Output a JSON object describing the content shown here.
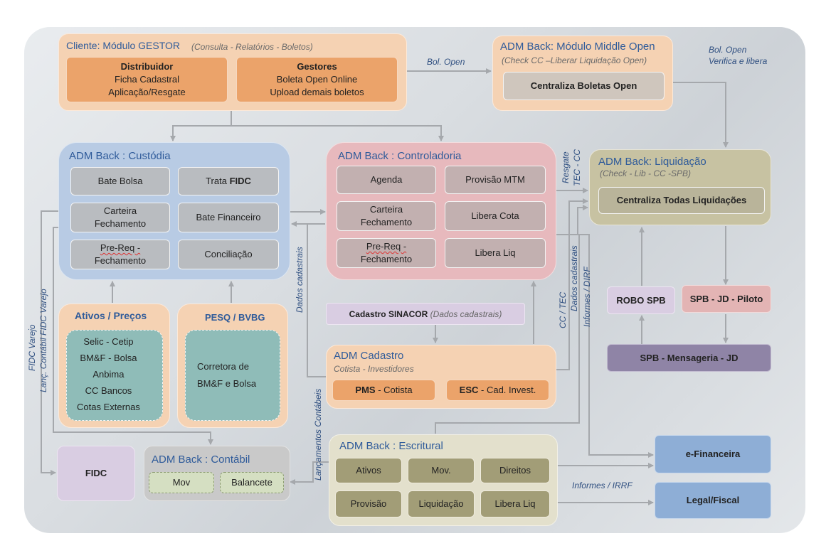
{
  "cliente": {
    "title": "Cliente: Módulo GESTOR",
    "subtitle": "(Consulta - Relatórios - Boletos)",
    "distribuidor": {
      "head": "Distribuidor",
      "line1": "Ficha Cadastral",
      "line2": "Aplicação/Resgate"
    },
    "gestores": {
      "head": "Gestores",
      "line1": "Boleta Open Online",
      "line2": "Upload demais boletos"
    }
  },
  "middle": {
    "title": "ADM Back: Módulo Middle Open",
    "subtitle": "(Check CC –Liberar Liquidação Open)",
    "box": "Centraliza Boletas Open"
  },
  "custodia": {
    "title": "ADM Back : Custódia",
    "items": [
      "Bate Bolsa",
      "Trata ",
      "FIDC",
      "Carteira",
      "Fechamento",
      "Bate Financeiro",
      "Pre-Req -",
      "Fechamento",
      "Conciliação"
    ]
  },
  "controladoria": {
    "title": "ADM Back : Controladoria",
    "items": [
      "Agenda",
      "Provisão MTM",
      "Carteira",
      "Fechamento",
      "Libera Cota",
      "Pre-Req -",
      "Fechamento",
      "Libera Liq"
    ]
  },
  "liquidacao": {
    "title": "ADM Back: Liquidação",
    "subtitle": "(Check - Lib - CC -SPB)",
    "box": "Centraliza Todas Liquidações"
  },
  "ativos": {
    "title": "Ativos / Preços",
    "items": [
      "Selic - Cetip",
      "BM&F - Bolsa",
      "Anbima",
      "CC Bancos",
      "Cotas Externas"
    ]
  },
  "pesq": {
    "title": "PESQ / BVBG",
    "line1": "Corretora de",
    "line2": "BM&F e Bolsa"
  },
  "sinacor": {
    "bold": "Cadastro SINACOR",
    "italic": "(Dados cadastrais)"
  },
  "cadastro": {
    "title": "ADM Cadastro",
    "subtitle": "Cotista - Investidores",
    "pms_bold": "PMS",
    "pms_rest": " - Cotista",
    "esc_bold": "ESC",
    "esc_rest": " - Cad. Invest."
  },
  "robo": "ROBO SPB",
  "spb_piloto": "SPB - JD - Piloto",
  "spb_mensageria": "SPB - Mensageria - JD",
  "fidc": "FIDC",
  "contabil": {
    "title": "ADM Back : Contábil",
    "mov": "Mov",
    "balancete": "Balancete"
  },
  "escritural": {
    "title": "ADM Back : Escritural",
    "items": [
      "Ativos",
      "Mov.",
      "Direitos",
      "Provisão",
      "Liquidação",
      "Libera Liq"
    ]
  },
  "efinanceira": "e-Financeira",
  "legal": "Legal/Fiscal",
  "labels": {
    "bol_open": "Bol. Open",
    "bol_open_verifica_1": "Bol. Open",
    "bol_open_verifica_2": "Verifica e libera",
    "resgate": "Resgate",
    "tec_cc": "TEC - CC",
    "fidc_varejo": "FIDC Varejo",
    "lanc_contabil_fidc": "Lanç. Contábil FIDC Varejo",
    "dados_cadastrais_1": "Dados cadastrais",
    "dados_cadastrais_2": "Dados cadastrais",
    "cc_tec": "CC / TEC",
    "informes_dirf": "Informes / DIRF",
    "lancamentos_contabeis": "Lançamentos Contábeis",
    "informes_irrf": "Informes / IRRF"
  },
  "colors": {
    "orange_group": "#f5d2b3",
    "blue_group": "#b8cbe4",
    "pink_group": "#e7b9bd",
    "olive_group": "#c7c2a2",
    "teal": "#8fbcb8",
    "lavender": "#d9cde2",
    "purple": "#8f84a6",
    "rose": "#e3b4b4",
    "blue_box": "#8eaed6"
  }
}
